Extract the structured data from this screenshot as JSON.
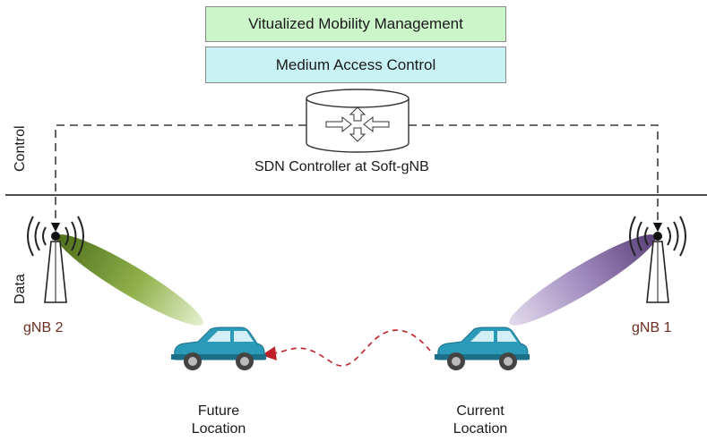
{
  "layers": {
    "vmm": "Vitualized Mobility Management",
    "mac": "Medium Access Control"
  },
  "controller": {
    "label": "SDN Controller at Soft-gNB",
    "icon": "router-icon"
  },
  "planes": {
    "control": "Control",
    "data": "Data"
  },
  "stations": {
    "gnb1": "gNB 1",
    "gnb2": "gNB 2"
  },
  "vehicles": {
    "future_line1": "Future",
    "future_line2": "Location",
    "current_line1": "Current",
    "current_line2": "Location"
  },
  "colors": {
    "vmm_box": "#ccf5c9",
    "mac_box": "#c9f2f4",
    "beam_gnb2": "#5f7f22",
    "beam_gnb1": "#6a4f86",
    "car": "#2a9ab8",
    "trajectory": "#c0202a",
    "gnb_label": "#6b2e20"
  }
}
